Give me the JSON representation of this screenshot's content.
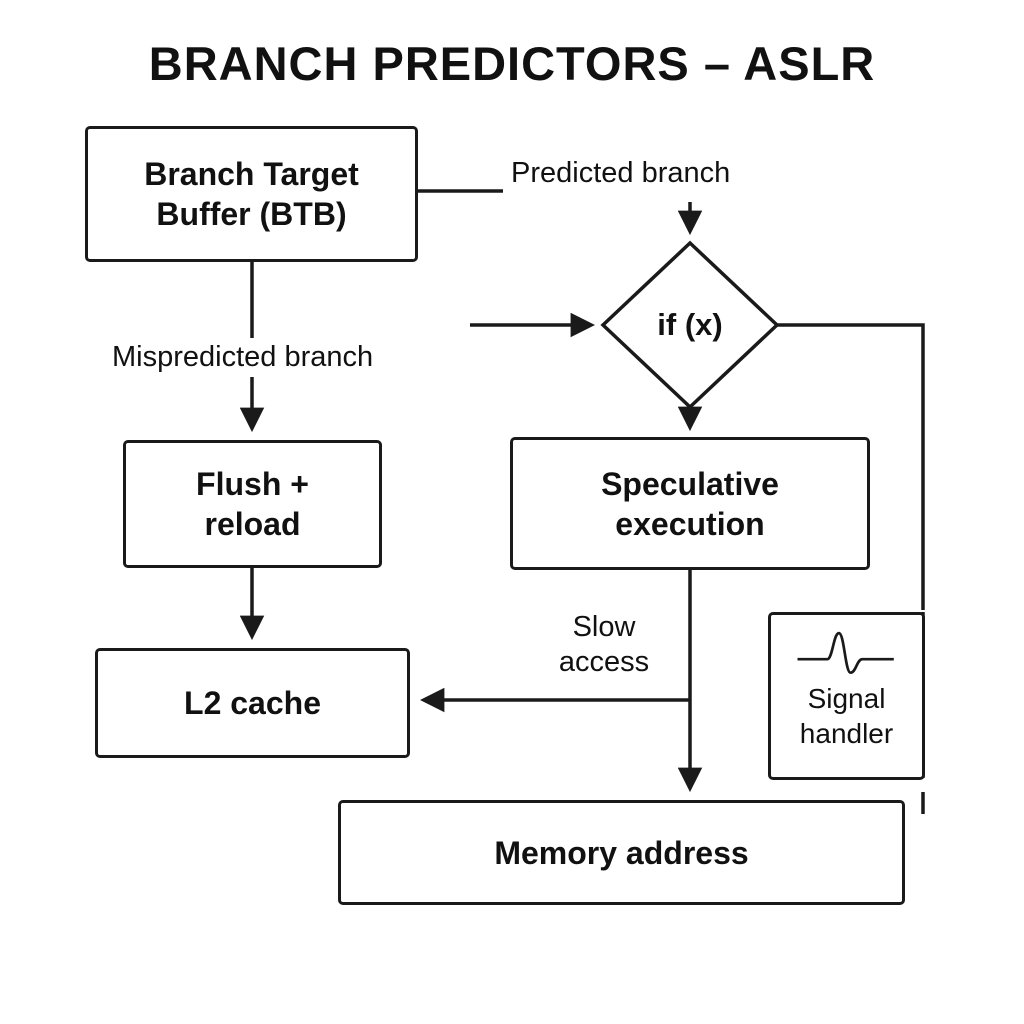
{
  "title": "BRANCH PREDICTORS – ASLR",
  "nodes": {
    "btb": {
      "label": "Branch Target\nBuffer (BTB)"
    },
    "condition": {
      "label": "if (x)"
    },
    "flush_reload": {
      "label": "Flush +\nreload"
    },
    "speculative": {
      "label": "Speculative\nexecution"
    },
    "l2_cache": {
      "label": "L2 cache"
    },
    "memory_address": {
      "label": "Memory address"
    },
    "signal_handler": {
      "label": "Signal\nhandler"
    }
  },
  "edge_labels": {
    "predicted": "Predicted branch",
    "mispredicted": "Mispredicted branch",
    "slow_access": "Slow\naccess"
  },
  "icons": {
    "signal_waveform": "signal-waveform-icon"
  },
  "colors": {
    "ink": "#1a1a1a",
    "background": "#ffffff"
  }
}
